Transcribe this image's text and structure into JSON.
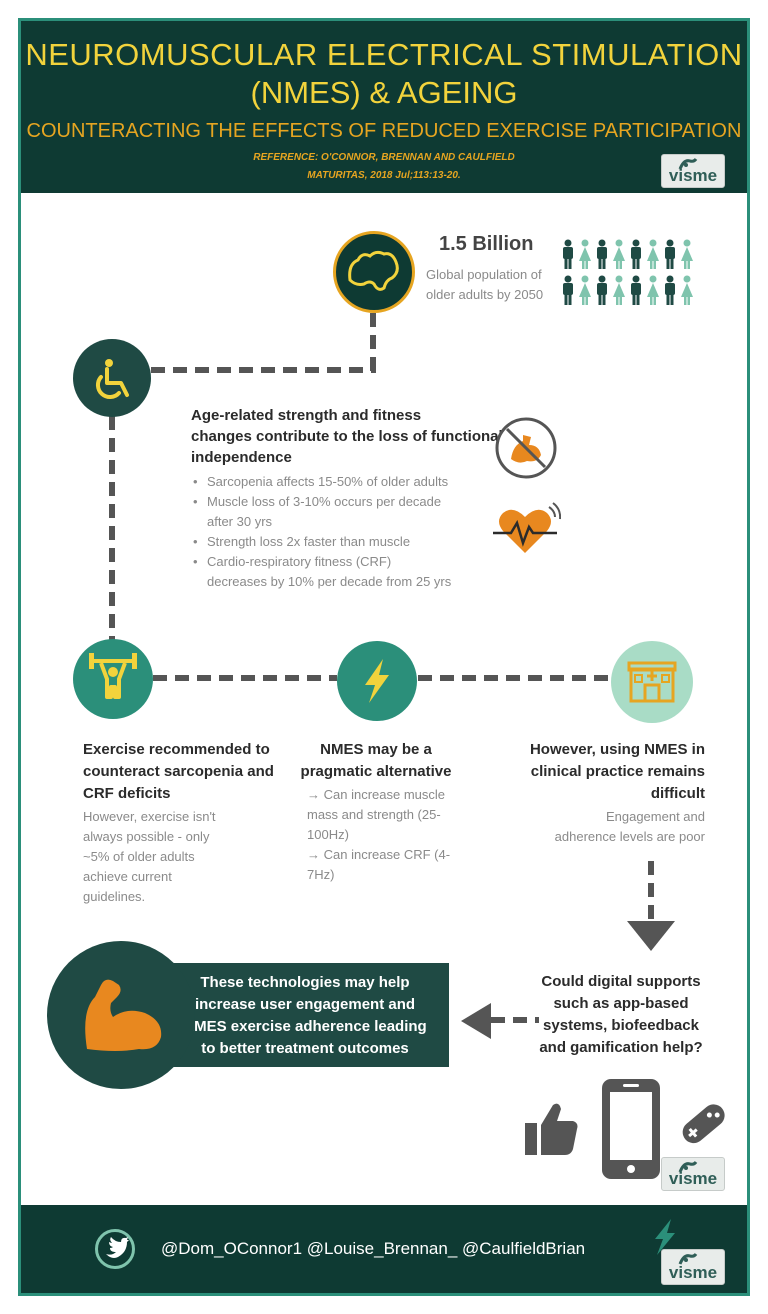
{
  "header": {
    "title_line1": "NEUROMUSCULAR ELECTRICAL STIMULATION",
    "title_line2": "(NMES) & AGEING",
    "subtitle": "COUNTERACTING  THE EFFECTS OF REDUCED EXERCISE PARTICIPATION",
    "reference_line1": "REFERENCE: O'CONNOR, BRENNAN AND CAULFIELD",
    "reference_line2": "MATURITAS, 2018 Jul;113:13-20."
  },
  "brand": {
    "logo_text": "visme"
  },
  "population": {
    "headline": "1.5 Billion",
    "caption_line1": "Global population of",
    "caption_line2": "older adults by 2050",
    "male_color": "#1f4a44",
    "female_color": "#7fc4ad"
  },
  "fitness": {
    "heading_line1": "Age-related strength and fitness",
    "heading_line2": "changes contribute to the loss of functional",
    "heading_line3": "independence",
    "bullets": [
      {
        "line1": "Sarcopenia affects 15-50% of older adults",
        "line2": ""
      },
      {
        "line1": "Muscle loss of 3-10% occurs per decade",
        "line2": "after 30 yrs"
      },
      {
        "line1": "Strength loss 2x faster than muscle",
        "line2": ""
      },
      {
        "line1": "Cardio-respiratory fitness (CRF)",
        "line2": "decreases by 10% per decade from 25 yrs"
      }
    ]
  },
  "exercise": {
    "title_line1": "Exercise recommended to",
    "title_line2": "counteract sarcopenia and",
    "title_line3": "CRF deficits",
    "body_line1": "However, exercise isn't",
    "body_line2": "always possible - only",
    "body_line3": "~5% of older adults",
    "body_line4": "achieve current",
    "body_line5": "guidelines."
  },
  "nmes": {
    "title_line1": "NMES may be a",
    "title_line2": "pragmatic alternative",
    "body_line1": "→ Can increase muscle",
    "body_line2": "mass and strength (25-",
    "body_line3": "100Hz)",
    "body_line4": "→ Can increase CRF (4-",
    "body_line5": "7Hz)"
  },
  "clinical": {
    "title_line1": "However, using NMES in",
    "title_line2": "clinical practice remains",
    "title_line3": "difficult",
    "body_line1": "Engagement and",
    "body_line2": "adherence levels are poor"
  },
  "digital": {
    "line1": "Could digital supports",
    "line2": "such as app-based",
    "line3": "systems, biofeedback",
    "line4": "and gamification  help?"
  },
  "outcome": {
    "line1": "These technologies may help",
    "line2": "increase user engagement and",
    "line3": "NMES exercise adherence leading",
    "line4": "to better treatment outcomes"
  },
  "footer": {
    "handles": "@Dom_OConnor1  @Louise_Brennan_  @CaulfieldBrian"
  },
  "colors": {
    "dark_teal": "#0e3a33",
    "teal": "#2b8f7a",
    "yellow": "#f2d33c",
    "orange": "#e6a521",
    "mint": "#a9dcc6",
    "icon_orange": "#e8881f"
  }
}
